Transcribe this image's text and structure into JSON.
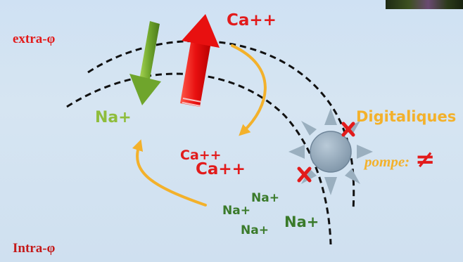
{
  "labels": {
    "extra": "extra-φ",
    "intra": "Intra-φ",
    "ca_top": "Ca++",
    "na_left": "Na+",
    "ca_small": "Ca++",
    "ca_big": "Ca++",
    "na_1": "Na+",
    "na_2": "Na+",
    "na_3": "Na+",
    "na_4": "Na+",
    "digitaliques": "Digitaliques",
    "pompe": "pompe:",
    "not_equal": "≠"
  },
  "colors": {
    "red": "#e21b1b",
    "green": "#3a7a2a",
    "lime": "#8fbd3c",
    "gold": "#f3b12b",
    "pump": "#9aafbf"
  }
}
